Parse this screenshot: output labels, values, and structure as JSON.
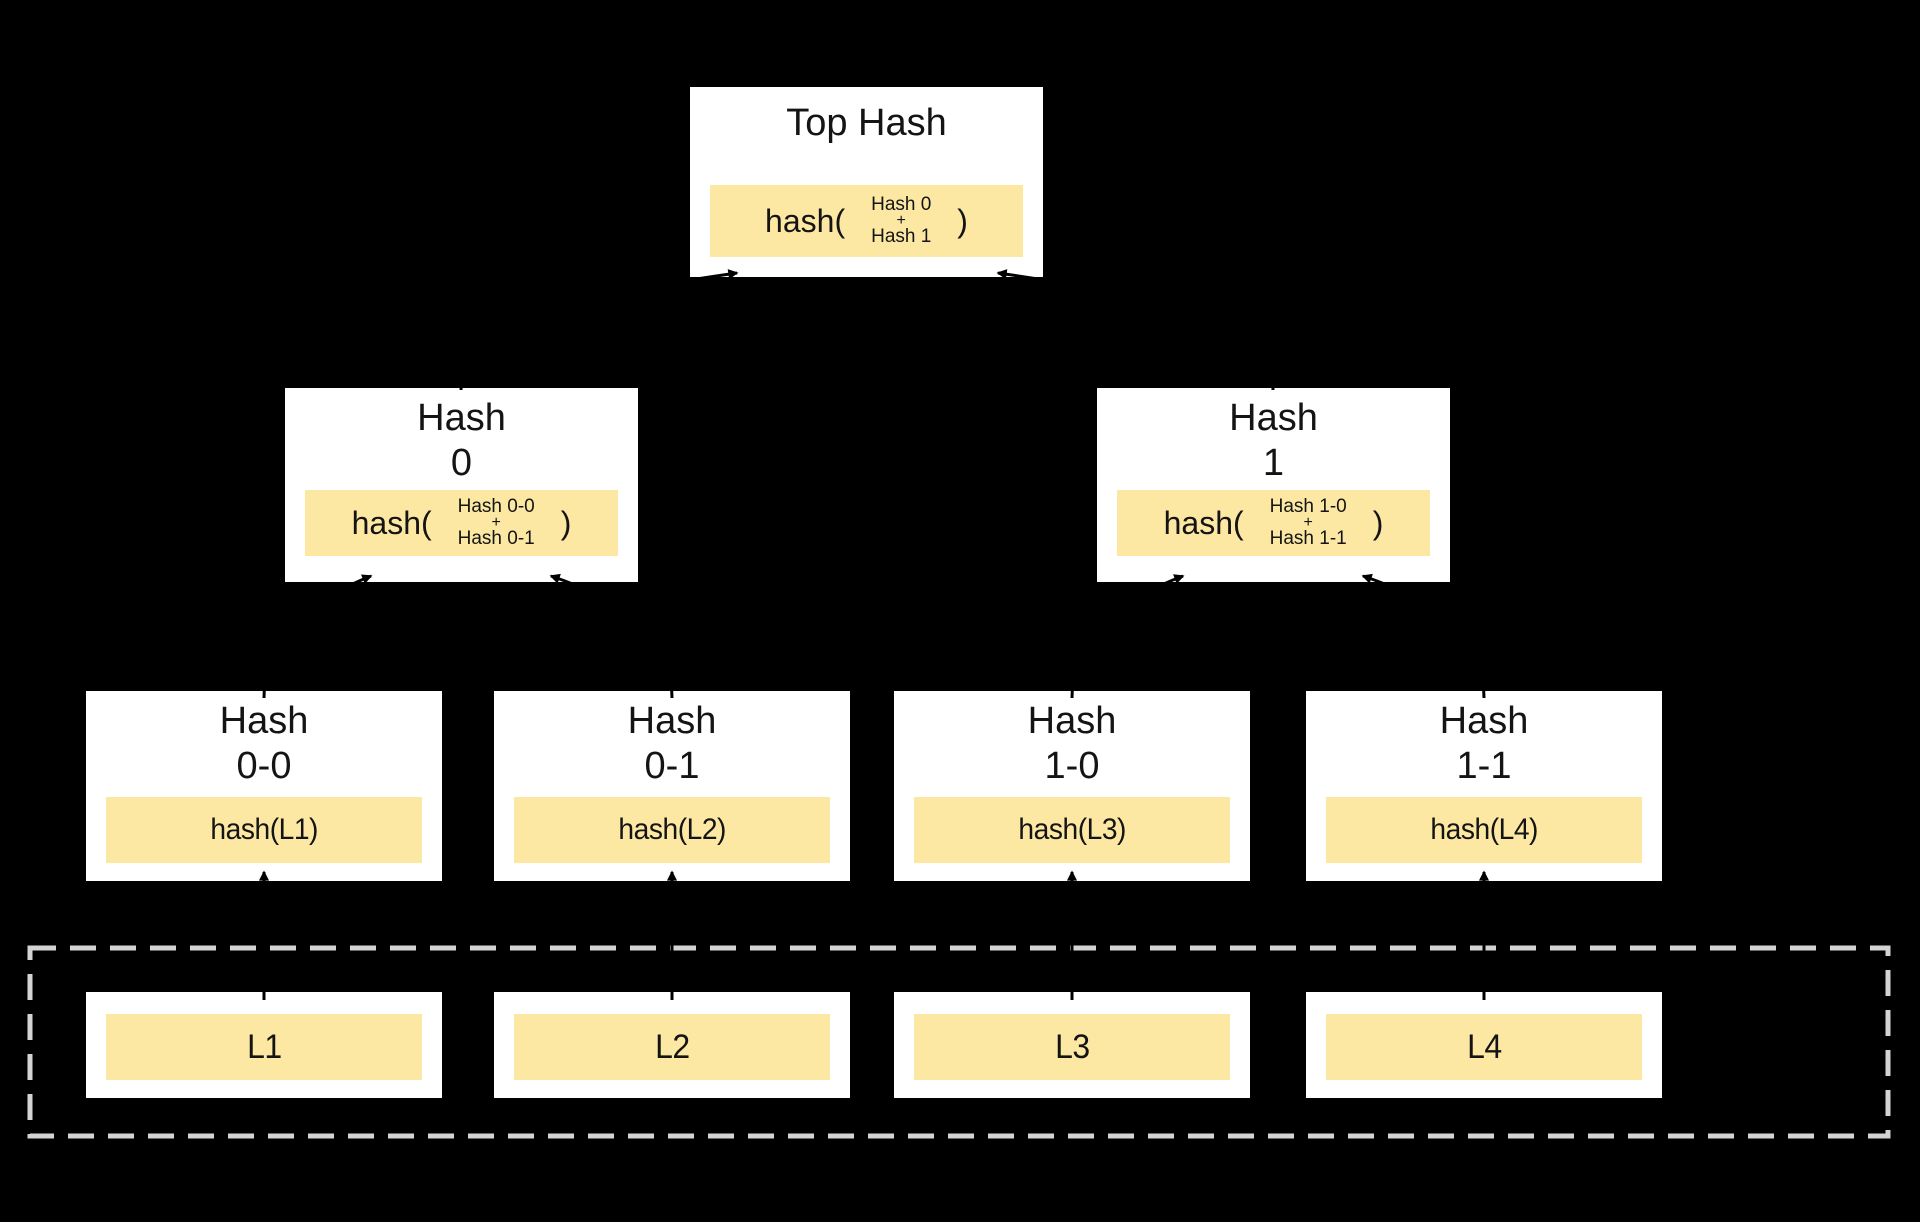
{
  "canvas": {
    "background": "#000000"
  },
  "colors": {
    "node_background": "#FFFFFF",
    "hash_pill_fill": "#FCE8A3",
    "text": "#141414",
    "dashed_border": "#D4D4D4",
    "arrow": "#000000"
  },
  "tree": {
    "root": {
      "title": "Top Hash",
      "fn_open": "hash(",
      "arg1": "Hash 0",
      "operator": "+",
      "arg2": "Hash 1",
      "fn_close": ")"
    },
    "branches": [
      {
        "title_line1": "Hash",
        "title_line2": "0",
        "fn_open": "hash(",
        "arg1": "Hash 0-0",
        "operator": "+",
        "arg2": "Hash 0-1",
        "fn_close": ")"
      },
      {
        "title_line1": "Hash",
        "title_line2": "1",
        "fn_open": "hash(",
        "arg1": "Hash 1-0",
        "operator": "+",
        "arg2": "Hash 1-1",
        "fn_close": ")"
      }
    ],
    "leaves": [
      {
        "title_line1": "Hash",
        "title_line2": "0-0",
        "formula": "hash(L1)"
      },
      {
        "title_line1": "Hash",
        "title_line2": "0-1",
        "formula": "hash(L2)"
      },
      {
        "title_line1": "Hash",
        "title_line2": "1-0",
        "formula": "hash(L3)"
      },
      {
        "title_line1": "Hash",
        "title_line2": "1-1",
        "formula": "hash(L4)"
      }
    ],
    "data_blocks": [
      {
        "label": "L1"
      },
      {
        "label": "L2"
      },
      {
        "label": "L3"
      },
      {
        "label": "L4"
      }
    ]
  }
}
